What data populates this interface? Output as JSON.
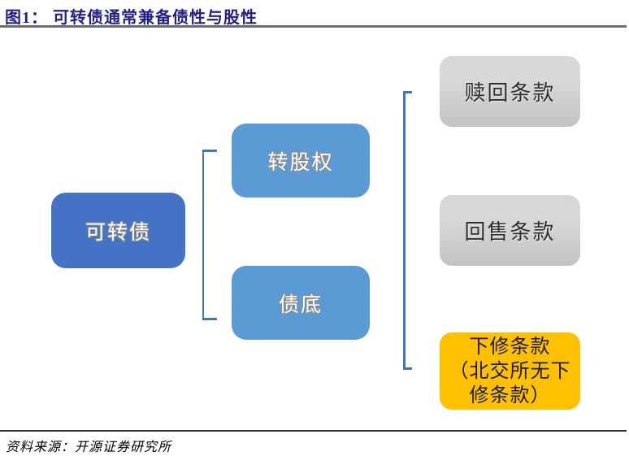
{
  "figure": {
    "title": "图1： 可转债通常兼备债性与股性",
    "source": "资料来源：开源证券研究所"
  },
  "diagram": {
    "root": {
      "label": "可转债"
    },
    "branches": [
      {
        "label": "转股权"
      },
      {
        "label": "债底"
      }
    ],
    "clauses": [
      {
        "label": "赎回条款"
      },
      {
        "label": "回售条款"
      },
      {
        "lines": [
          "下修条款",
          "（北交所无下",
          "修条款）"
        ]
      }
    ],
    "colors": {
      "root_box": "#4472C4",
      "branch_box": "#5B9BD5",
      "clause_box": "#D1D1D1",
      "highlight_box": "#FFC000",
      "bracket": "#4472C4",
      "title_text": "#22218A"
    }
  }
}
